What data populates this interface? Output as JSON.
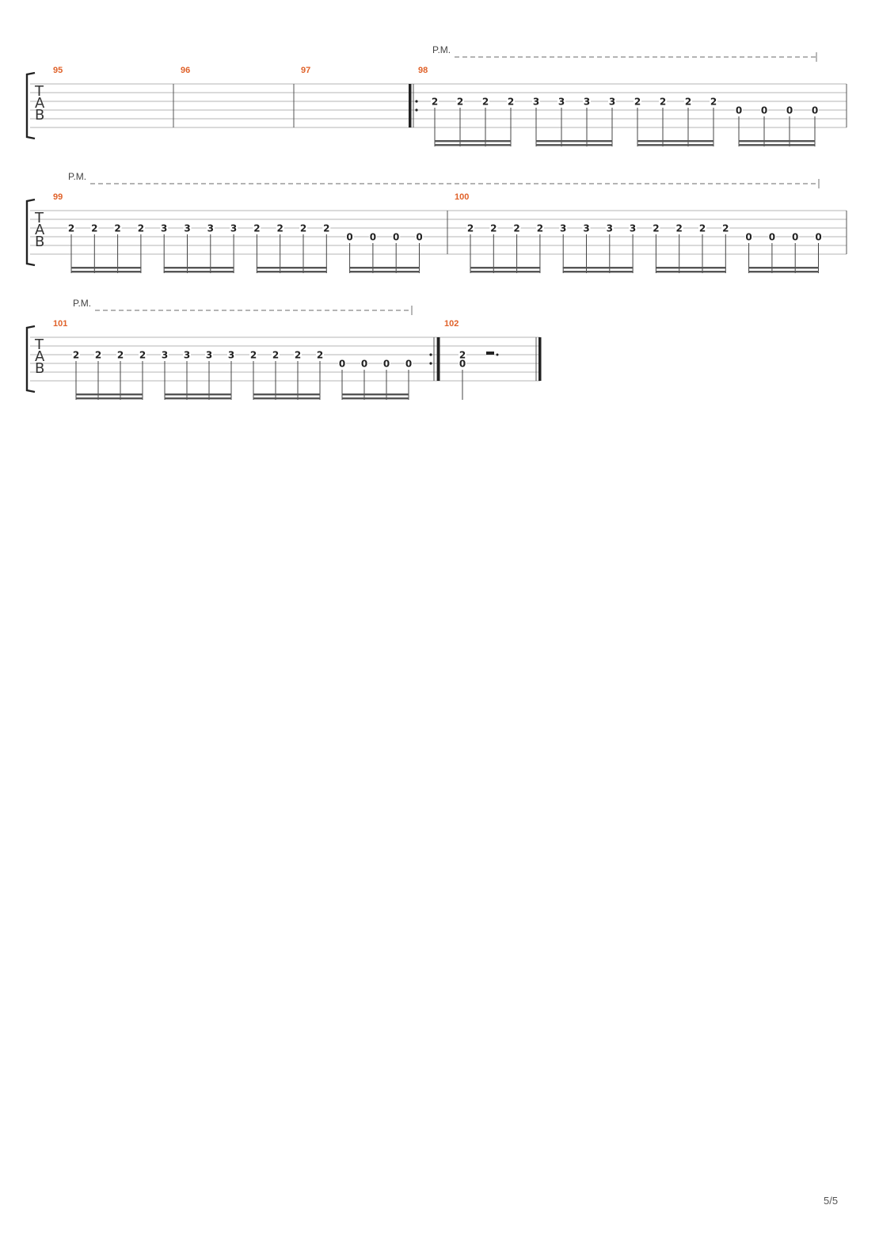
{
  "page": {
    "number": "5/5"
  },
  "labels": {
    "tab": [
      "T",
      "A",
      "B"
    ],
    "palm_mute": "P.M."
  },
  "colors": {
    "bar_number": "#e0622a",
    "staff_line": "#b4b4b4",
    "ink": "#222222",
    "dash": "#888888"
  },
  "systems": [
    {
      "measures": [
        {
          "number": "95",
          "notes": []
        },
        {
          "number": "96",
          "notes": []
        },
        {
          "number": "97",
          "notes": []
        },
        {
          "number": "98",
          "repeat_start": true,
          "palm_mute": true,
          "notes": [
            {
              "fret": "2",
              "string": 3
            },
            {
              "fret": "2",
              "string": 3
            },
            {
              "fret": "2",
              "string": 3
            },
            {
              "fret": "2",
              "string": 3
            },
            {
              "fret": "3",
              "string": 3
            },
            {
              "fret": "3",
              "string": 3
            },
            {
              "fret": "3",
              "string": 3
            },
            {
              "fret": "3",
              "string": 3
            },
            {
              "fret": "2",
              "string": 3
            },
            {
              "fret": "2",
              "string": 3
            },
            {
              "fret": "2",
              "string": 3
            },
            {
              "fret": "2",
              "string": 3
            },
            {
              "fret": "0",
              "string": 4
            },
            {
              "fret": "0",
              "string": 4
            },
            {
              "fret": "0",
              "string": 4
            },
            {
              "fret": "0",
              "string": 4
            }
          ]
        }
      ]
    },
    {
      "measures": [
        {
          "number": "99",
          "palm_mute": true,
          "notes": [
            {
              "fret": "2",
              "string": 3
            },
            {
              "fret": "2",
              "string": 3
            },
            {
              "fret": "2",
              "string": 3
            },
            {
              "fret": "2",
              "string": 3
            },
            {
              "fret": "3",
              "string": 3
            },
            {
              "fret": "3",
              "string": 3
            },
            {
              "fret": "3",
              "string": 3
            },
            {
              "fret": "3",
              "string": 3
            },
            {
              "fret": "2",
              "string": 3
            },
            {
              "fret": "2",
              "string": 3
            },
            {
              "fret": "2",
              "string": 3
            },
            {
              "fret": "2",
              "string": 3
            },
            {
              "fret": "0",
              "string": 4
            },
            {
              "fret": "0",
              "string": 4
            },
            {
              "fret": "0",
              "string": 4
            },
            {
              "fret": "0",
              "string": 4
            }
          ]
        },
        {
          "number": "100",
          "palm_mute": true,
          "notes": [
            {
              "fret": "2",
              "string": 3
            },
            {
              "fret": "2",
              "string": 3
            },
            {
              "fret": "2",
              "string": 3
            },
            {
              "fret": "2",
              "string": 3
            },
            {
              "fret": "3",
              "string": 3
            },
            {
              "fret": "3",
              "string": 3
            },
            {
              "fret": "3",
              "string": 3
            },
            {
              "fret": "3",
              "string": 3
            },
            {
              "fret": "2",
              "string": 3
            },
            {
              "fret": "2",
              "string": 3
            },
            {
              "fret": "2",
              "string": 3
            },
            {
              "fret": "2",
              "string": 3
            },
            {
              "fret": "0",
              "string": 4
            },
            {
              "fret": "0",
              "string": 4
            },
            {
              "fret": "0",
              "string": 4
            },
            {
              "fret": "0",
              "string": 4
            }
          ]
        }
      ]
    },
    {
      "measures": [
        {
          "number": "101",
          "repeat_end": true,
          "palm_mute": true,
          "notes": [
            {
              "fret": "2",
              "string": 3
            },
            {
              "fret": "2",
              "string": 3
            },
            {
              "fret": "2",
              "string": 3
            },
            {
              "fret": "2",
              "string": 3
            },
            {
              "fret": "3",
              "string": 3
            },
            {
              "fret": "3",
              "string": 3
            },
            {
              "fret": "3",
              "string": 3
            },
            {
              "fret": "3",
              "string": 3
            },
            {
              "fret": "2",
              "string": 3
            },
            {
              "fret": "2",
              "string": 3
            },
            {
              "fret": "2",
              "string": 3
            },
            {
              "fret": "2",
              "string": 3
            },
            {
              "fret": "0",
              "string": 4
            },
            {
              "fret": "0",
              "string": 4
            },
            {
              "fret": "0",
              "string": 4
            },
            {
              "fret": "0",
              "string": 4
            }
          ]
        },
        {
          "number": "102",
          "final_barline": true,
          "chord": [
            {
              "fret": "2",
              "string": 3
            },
            {
              "fret": "0",
              "string": 4
            }
          ],
          "rest": "dotted-half"
        }
      ]
    }
  ]
}
